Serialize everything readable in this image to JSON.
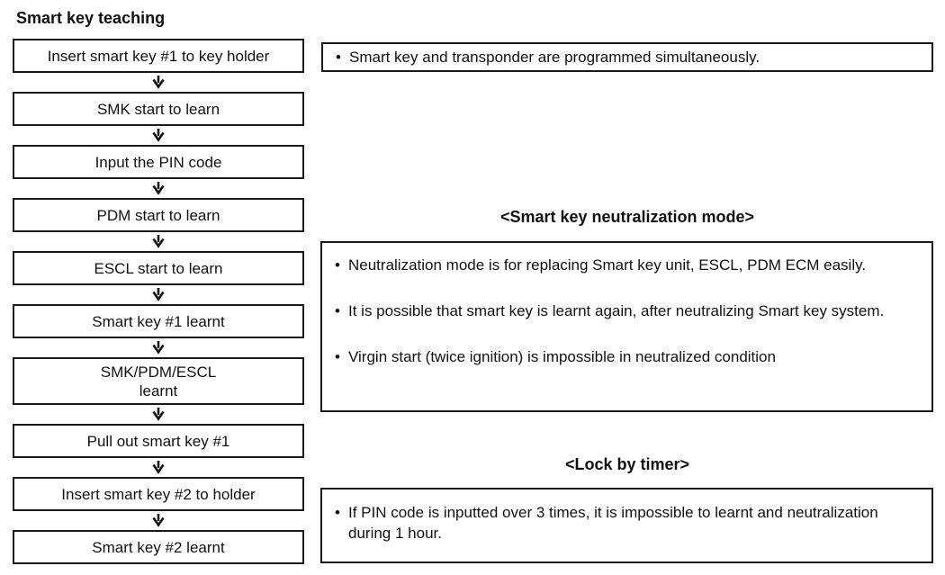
{
  "title": "Smart key teaching",
  "bullet_char": "•",
  "flow": {
    "steps": [
      {
        "label": "Insert smart key #1 to key holder"
      },
      {
        "label": "SMK start to learn"
      },
      {
        "label": "Input the PIN code"
      },
      {
        "label": "PDM start to learn"
      },
      {
        "label": "ESCL start to learn"
      },
      {
        "label": "Smart key #1 learnt"
      },
      {
        "label": "SMK/PDM/ESCL\nlearnt"
      },
      {
        "label": "Pull out smart key #1"
      },
      {
        "label": "Insert smart key #2 to holder"
      },
      {
        "label": "Smart key #2 learnt"
      }
    ]
  },
  "notes": {
    "programming": {
      "items": [
        "Smart key and transponder are programmed simultaneously."
      ]
    },
    "neutralization": {
      "heading": "<Smart key neutralization mode>",
      "items": [
        "Neutralization mode is for replacing Smart key unit, ESCL, PDM ECM easily.",
        "It is possible that smart key is learnt again, after neutralizing Smart key system.",
        "Virgin start (twice ignition) is impossible in neutralized condition"
      ]
    },
    "lock": {
      "heading": "<Lock by timer>",
      "items": [
        "If PIN code is inputted over 3 times, it is impossible to learnt and neutralization during 1 hour."
      ]
    }
  },
  "colors": {
    "background": "#ffffff",
    "border": "#1a1a1a",
    "text": "#111111"
  }
}
